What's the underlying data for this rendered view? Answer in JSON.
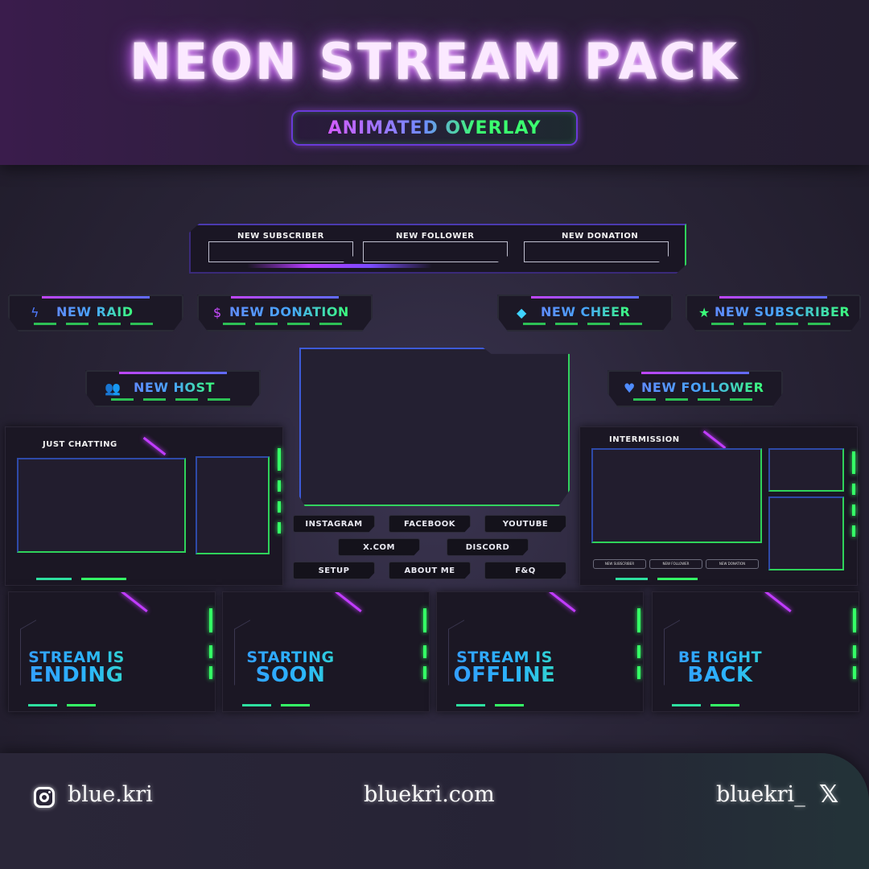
{
  "header": {
    "title": "NEON STREAM PACK",
    "badge": "ANIMATED OVERLAY"
  },
  "alert_bar": {
    "labels": [
      "NEW SUBSCRIBER",
      "NEW FOLLOWER",
      "NEW DONATION"
    ]
  },
  "alerts": {
    "raid": "NEW RAID",
    "donation": "NEW DONATION",
    "cheer": "NEW CHEER",
    "subscriber": "NEW SUBSCRIBER",
    "host": "NEW HOST",
    "follower": "NEW FOLLOWER"
  },
  "scenes": {
    "left_label": "JUST CHATTING",
    "right_label": "INTERMISSION",
    "right_mini_labels": [
      "NEW SUBSCRIBER",
      "NEW FOLLOWER",
      "NEW DONATION"
    ]
  },
  "social_buttons": {
    "instagram": "INSTAGRAM",
    "facebook": "FACEBOOK",
    "youtube": "YOUTUBE",
    "xcom": "X.COM",
    "discord": "DISCORD",
    "setup": "SETUP",
    "about": "ABOUT ME",
    "faq": "F&Q"
  },
  "screens": [
    {
      "line1": "STREAM IS",
      "line2": "ENDING"
    },
    {
      "line1": "STARTING",
      "line2": "SOON"
    },
    {
      "line1": "STREAM IS",
      "line2": "OFFLINE"
    },
    {
      "line1": "BE RIGHT",
      "line2": "BACK"
    }
  ],
  "footer": {
    "instagram_handle": "blue.kri",
    "website": "bluekri.com",
    "x_handle": "bluekri_"
  },
  "icons": {
    "raid": "lightning-icon",
    "donation": "dollar-icon",
    "cheer": "diamond-icon",
    "subscriber": "star-icon",
    "host": "people-icon",
    "follower": "heart-icon",
    "instagram": "instagram-icon",
    "x": "x-icon"
  },
  "colors": {
    "neon_purple": "#c13cff",
    "neon_blue": "#3d5ad8",
    "neon_green": "#35ff66"
  }
}
